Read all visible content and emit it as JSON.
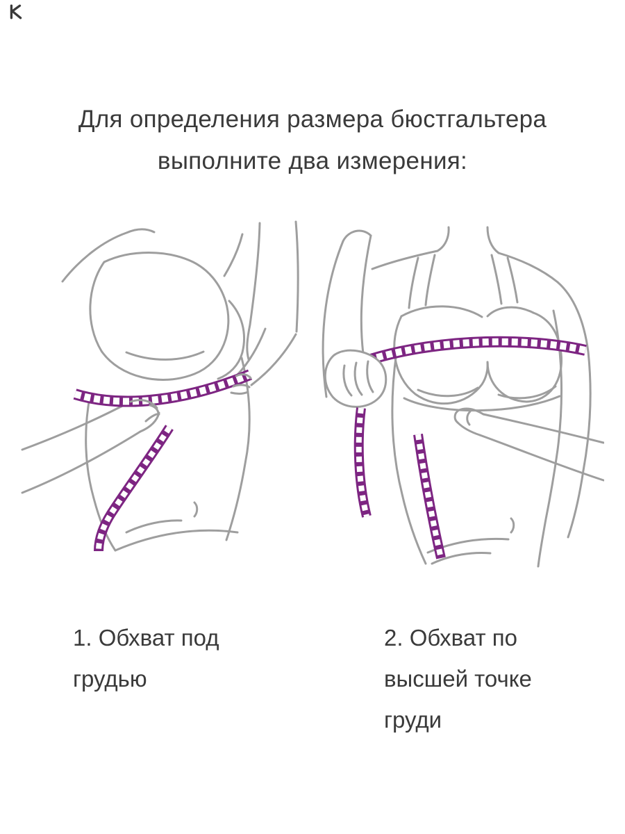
{
  "title": {
    "line1": "Для определения размера бюстгальтера",
    "line2": "выполните два измерения:"
  },
  "figures": [
    {
      "name": "underbust-measurement",
      "caption": "1. Обхват под грудью"
    },
    {
      "name": "overbust-measurement",
      "caption": "2. Обхват по высшей точке груди"
    }
  ],
  "colors": {
    "text": "#3a3a3a",
    "line_art": "#9e9e9e",
    "tape": "#7d2582",
    "background": "#ffffff"
  }
}
